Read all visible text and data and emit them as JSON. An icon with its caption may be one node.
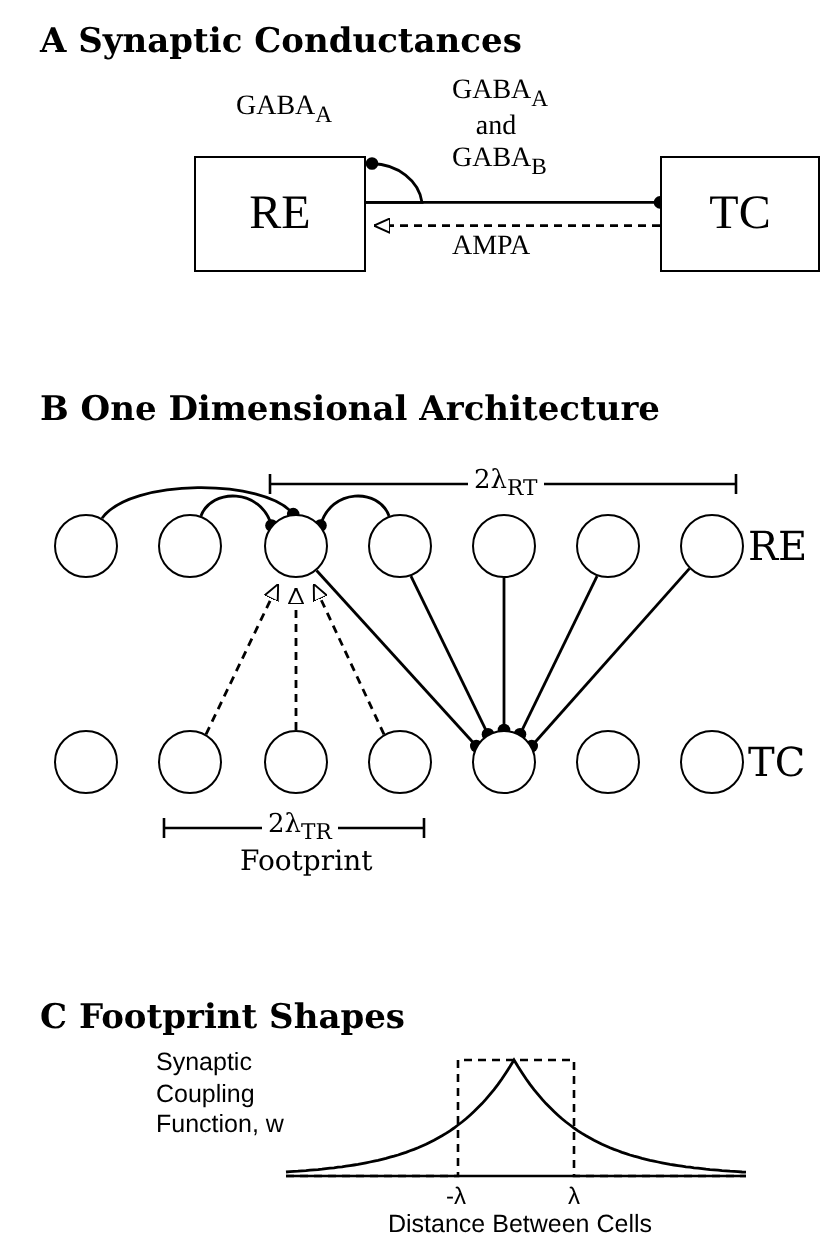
{
  "diagram": {
    "nodes": [
      {
        "text": [
          "RE"
        ]
      },
      {
        "text": [
          "TC"
        ]
      },
      {
        "text": [],
        "shape": "circle"
      },
      {
        "text": [],
        "shape": "circle"
      },
      {
        "text": [],
        "shape": "circle"
      },
      {
        "text": [],
        "shape": "circle"
      },
      {
        "text": [],
        "shape": "circle"
      },
      {
        "text": [],
        "shape": "circle"
      },
      {
        "text": [],
        "shape": "circle"
      },
      {
        "text": [],
        "shape": "circle"
      },
      {
        "text": [],
        "shape": "circle"
      },
      {
        "text": [],
        "shape": "circle"
      },
      {
        "text": [],
        "shape": "circle"
      },
      {
        "text": [],
        "shape": "circle"
      },
      {
        "text": [],
        "shape": "circle"
      },
      {
        "text": [],
        "shape": "circle"
      }
    ],
    "edges": [
      {
        "from": 0,
        "to": 0,
        "arrow": "other",
        "label": "GABA$_{A}$"
      },
      {
        "from": 0,
        "to": 1,
        "arrow": "other",
        "label": "GABA$_{A}$ and GABA$_{B}$"
      },
      {
        "from": 1,
        "to": 0,
        "arrow": "to",
        "style": "dashed",
        "label": "AMPA"
      },
      {
        "from": 2,
        "to": 4,
        "arrow": "other"
      },
      {
        "from": 3,
        "to": 4,
        "arrow": "other"
      },
      {
        "from": 5,
        "to": 4,
        "arrow": "other"
      },
      {
        "from": 10,
        "to": 4,
        "arrow": "to",
        "style": "dashed"
      },
      {
        "from": 11,
        "to": 4,
        "arrow": "to",
        "style": "dashed"
      },
      {
        "from": 12,
        "to": 4,
        "arrow": "to",
        "style": "dashed"
      },
      {
        "from": 4,
        "to": 13,
        "arrow": "other"
      },
      {
        "from": 5,
        "to": 13,
        "arrow": "other"
      },
      {
        "from": 6,
        "to": 13,
        "arrow": "other"
      },
      {
        "from": 7,
        "to": 13,
        "arrow": "other"
      },
      {
        "from": 8,
        "to": 13,
        "arrow": "other"
      }
    ],
    "labels": [
      "A Synaptic Conductances",
      "B One Dimensional Architecture",
      "2λ$_{RT}$",
      "RE",
      "TC",
      "2λ$_{TR}$",
      "Footprint",
      "C Footprint Shapes",
      "Synaptic Coupling Function, w",
      "-λ",
      "λ",
      "Distance Between Cells"
    ]
  }
}
